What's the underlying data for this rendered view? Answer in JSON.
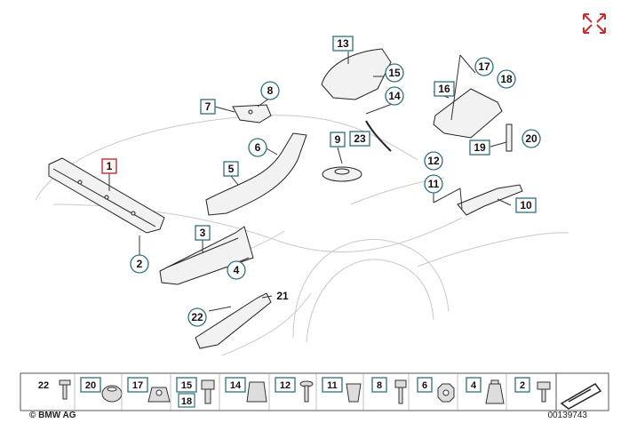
{
  "callouts": [
    {
      "label": "1",
      "style": "box",
      "highlight": true
    },
    {
      "label": "2",
      "style": "circle"
    },
    {
      "label": "3",
      "style": "box"
    },
    {
      "label": "4",
      "style": "circle"
    },
    {
      "label": "5",
      "style": "box"
    },
    {
      "label": "6",
      "style": "circle"
    },
    {
      "label": "7",
      "style": "box"
    },
    {
      "label": "8",
      "style": "circle"
    },
    {
      "label": "9",
      "style": "box"
    },
    {
      "label": "10",
      "style": "box"
    },
    {
      "label": "11",
      "style": "circle"
    },
    {
      "label": "12",
      "style": "circle"
    },
    {
      "label": "13",
      "style": "box"
    },
    {
      "label": "14",
      "style": "circle"
    },
    {
      "label": "15",
      "style": "circle"
    },
    {
      "label": "16",
      "style": "box"
    },
    {
      "label": "17",
      "style": "circle"
    },
    {
      "label": "18",
      "style": "circle"
    },
    {
      "label": "19",
      "style": "box"
    },
    {
      "label": "20",
      "style": "circle"
    },
    {
      "label": "21",
      "style": "plain"
    },
    {
      "label": "22",
      "style": "circle"
    },
    {
      "label": "23",
      "style": "box"
    }
  ],
  "legend": [
    {
      "label": "22",
      "style": "plain",
      "icon": "push-rivet-icon"
    },
    {
      "label": "20",
      "style": "box",
      "icon": "grommet-icon"
    },
    {
      "label": "17",
      "style": "box",
      "icon": "clip-nut-icon"
    },
    {
      "label": "15",
      "style": "box",
      "icon": "hex-bolt-icon",
      "extra": "18"
    },
    {
      "label": "14",
      "style": "box",
      "icon": "speed-nut-icon"
    },
    {
      "label": "12",
      "style": "box",
      "icon": "torx-screw-icon"
    },
    {
      "label": "11",
      "style": "box",
      "icon": "expanding-rivet-icon"
    },
    {
      "label": "8",
      "style": "box",
      "icon": "flange-screw-icon"
    },
    {
      "label": "6",
      "style": "box",
      "icon": "hex-nut-icon"
    },
    {
      "label": "4",
      "style": "box",
      "icon": "expanding-nut-icon"
    },
    {
      "label": "2",
      "style": "box",
      "icon": "collar-screw-icon"
    }
  ],
  "expand_icon": "expand-arrows-icon",
  "next_icon": "arrow-icon",
  "accent_color": "#2f6f7c",
  "highlight_color": "#b0242c",
  "copyright": "© BMW AG",
  "diagram_id": "00139743"
}
